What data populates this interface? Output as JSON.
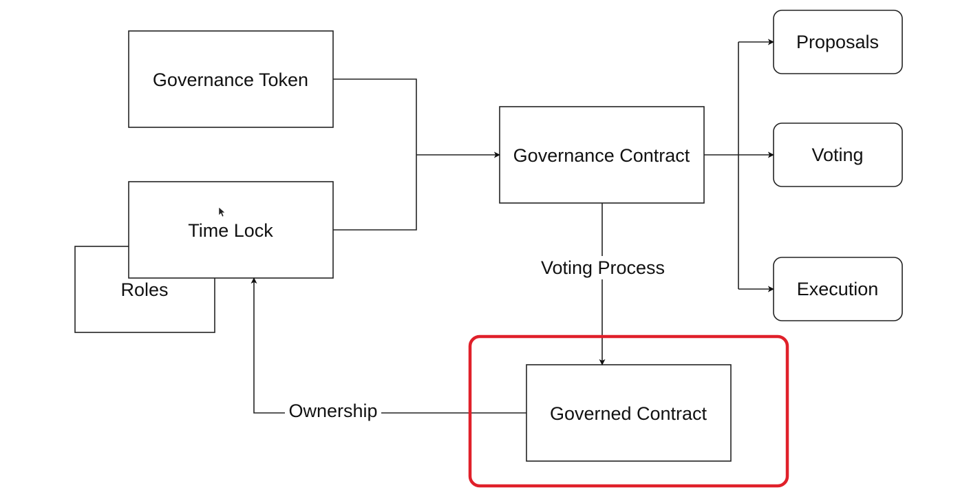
{
  "diagram": {
    "nodes": {
      "roles": "Roles",
      "governance_token": "Governance Token",
      "time_lock": "Time Lock",
      "governance_contract": "Governance Contract",
      "proposals": "Proposals",
      "voting": "Voting",
      "execution": "Execution",
      "governed_contract": "Governed Contract"
    },
    "edges": {
      "voting_process": "Voting Process",
      "ownership": "Ownership"
    },
    "highlight_color": "#e0202a"
  }
}
